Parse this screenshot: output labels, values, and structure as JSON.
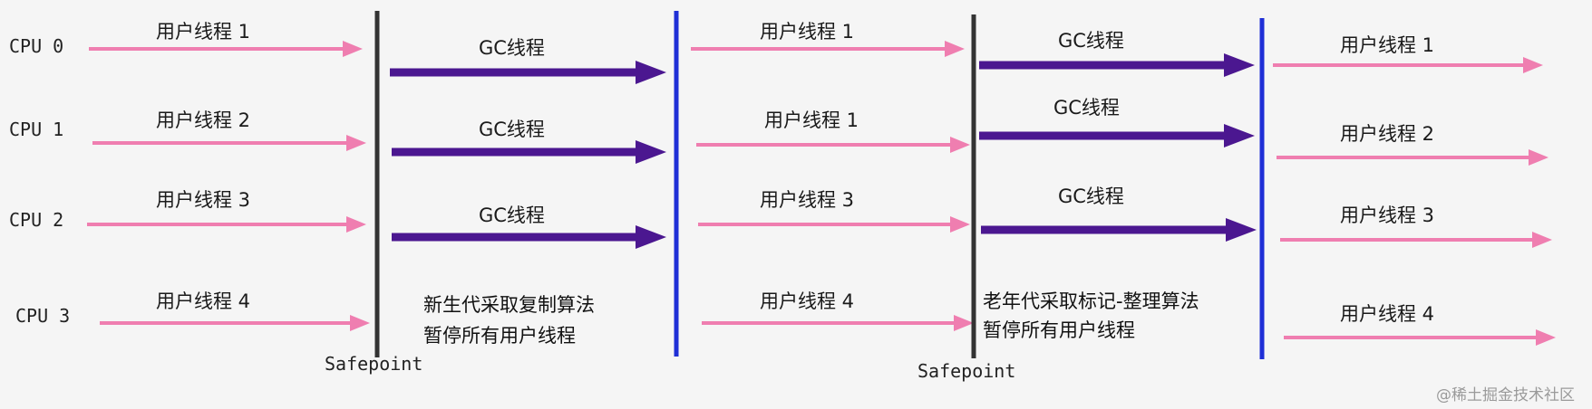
{
  "colors": {
    "user_arrow": "#ef7eb0",
    "gc_arrow": "#4b1790",
    "safepoint_line": "#333333",
    "resume_line": "#1f2fd6",
    "background": "#f5f5f5"
  },
  "cpus": [
    "CPU 0",
    "CPU 1",
    "CPU 2",
    "CPU 3"
  ],
  "phase1": {
    "threads": [
      "用户线程 1",
      "用户线程 2",
      "用户线程 3",
      "用户线程 4"
    ]
  },
  "young_gc": {
    "threads": [
      "GC线程",
      "GC线程",
      "GC线程"
    ],
    "note_lines": [
      "新生代采取复制算法",
      "暂停所有用户线程"
    ]
  },
  "phase2": {
    "threads": [
      "用户线程 1",
      "用户线程 1",
      "用户线程 3",
      "用户线程 4"
    ]
  },
  "old_gc": {
    "threads": [
      "GC线程",
      "GC线程",
      "GC线程"
    ],
    "note_lines": [
      "老年代采取标记-整理算法",
      "暂停所有用户线程"
    ]
  },
  "phase3": {
    "threads": [
      "用户线程 1",
      "用户线程 2",
      "用户线程 3",
      "用户线程 4"
    ]
  },
  "safepoints": [
    "Safepoint",
    "Safepoint"
  ],
  "watermark": "@稀土掘金技术社区"
}
